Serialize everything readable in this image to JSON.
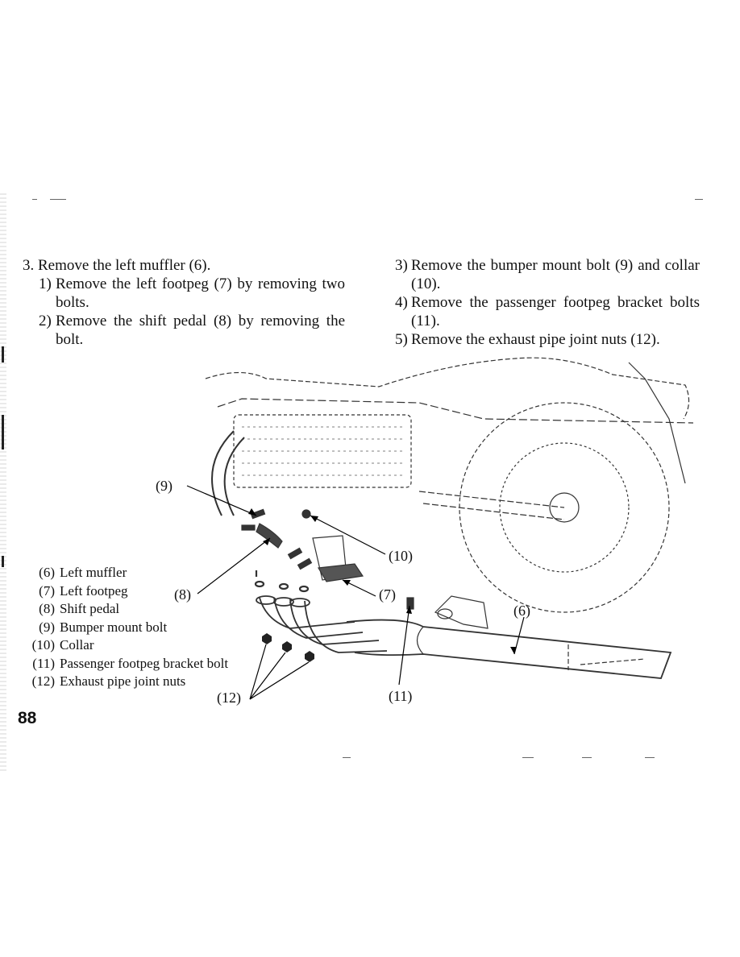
{
  "page_number": "88",
  "left_column": {
    "step3": "3. Remove the left muffler (6).",
    "sub1": {
      "num": "1)",
      "text": "Remove the left footpeg (7) by removing two bolts."
    },
    "sub2": {
      "num": "2)",
      "text": "Remove the shift pedal (8) by removing the bolt."
    }
  },
  "right_column": {
    "sub3": {
      "num": "3)",
      "text": "Remove the bumper mount bolt (9) and collar (10)."
    },
    "sub4": {
      "num": "4)",
      "text": "Remove the passenger footpeg bracket bolts (11)."
    },
    "sub5": {
      "num": "5)",
      "text": "Remove the exhaust pipe joint nuts (12)."
    }
  },
  "legend": [
    {
      "num": "(6)",
      "label": "Left muffler"
    },
    {
      "num": "(7)",
      "label": "Left footpeg"
    },
    {
      "num": "(8)",
      "label": "Shift pedal"
    },
    {
      "num": "(9)",
      "label": "Bumper mount bolt"
    },
    {
      "num": "(10)",
      "label": "Collar"
    },
    {
      "num": "(11)",
      "label": "Passenger footpeg bracket bolt"
    },
    {
      "num": "(12)",
      "label": "Exhaust pipe joint nuts"
    }
  ],
  "callouts": {
    "c6": "(6)",
    "c7": "(7)",
    "c8": "(8)",
    "c9": "(9)",
    "c10": "(10)",
    "c11": "(11)",
    "c12": "(12)"
  }
}
